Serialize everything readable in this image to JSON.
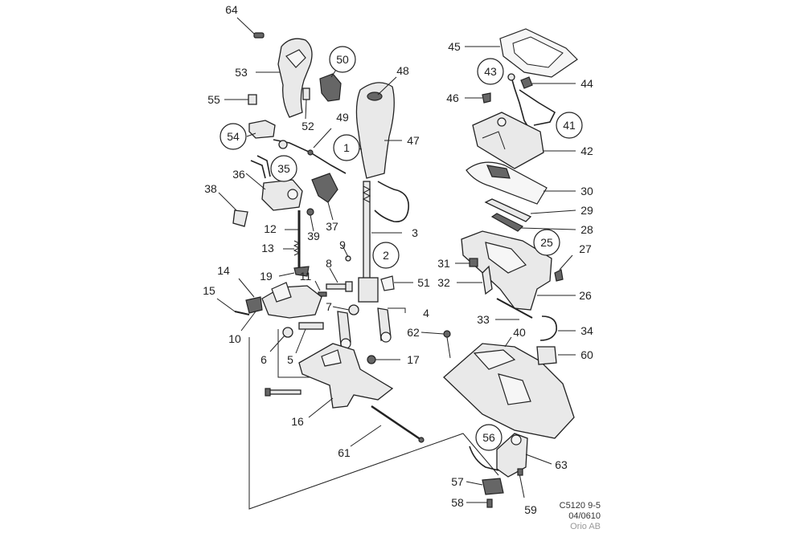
{
  "labels": {
    "64": "64",
    "53": "53",
    "55": "55",
    "50": "50",
    "52": "52",
    "49": "49",
    "48": "48",
    "47": "47",
    "54": "54",
    "1": "1",
    "35": "35",
    "36": "36",
    "38": "38",
    "37": "37",
    "12": "12",
    "39": "39",
    "13": "13",
    "9": "9",
    "3": "3",
    "2": "2",
    "14": "14",
    "19": "19",
    "11": "11",
    "8": "8",
    "51": "51",
    "15": "15",
    "7": "7",
    "4": "4",
    "10": "10",
    "6": "6",
    "5": "5",
    "17": "17",
    "62": "62",
    "16": "16",
    "61": "61",
    "45": "45",
    "43": "43",
    "44": "44",
    "46": "46",
    "41": "41",
    "42": "42",
    "30": "30",
    "29": "29",
    "28": "28",
    "25": "25",
    "27": "27",
    "31": "31",
    "32": "32",
    "26": "26",
    "33": "33",
    "40": "40",
    "34": "34",
    "60": "60",
    "56": "56",
    "63": "63",
    "57": "57",
    "58": "58",
    "59": "59"
  },
  "reference": {
    "code": "C5120 9-5",
    "date": "04/0610",
    "company": "Orio AB"
  }
}
